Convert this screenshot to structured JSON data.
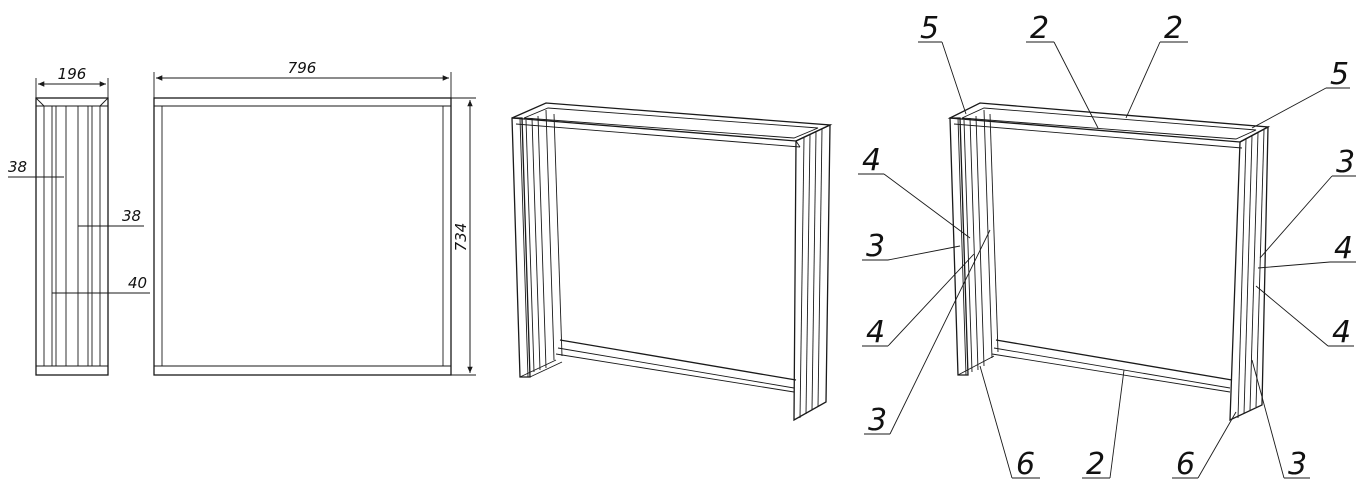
{
  "dimensions": {
    "side_width": "196",
    "front_width": "796",
    "height": "734",
    "slat_width_1": "38",
    "slat_width_2": "38",
    "slat_gap": "40"
  },
  "callouts": [
    "5",
    "2",
    "2",
    "5",
    "4",
    "3",
    "3",
    "4",
    "4",
    "4",
    "3",
    "6",
    "2",
    "6",
    "3"
  ]
}
